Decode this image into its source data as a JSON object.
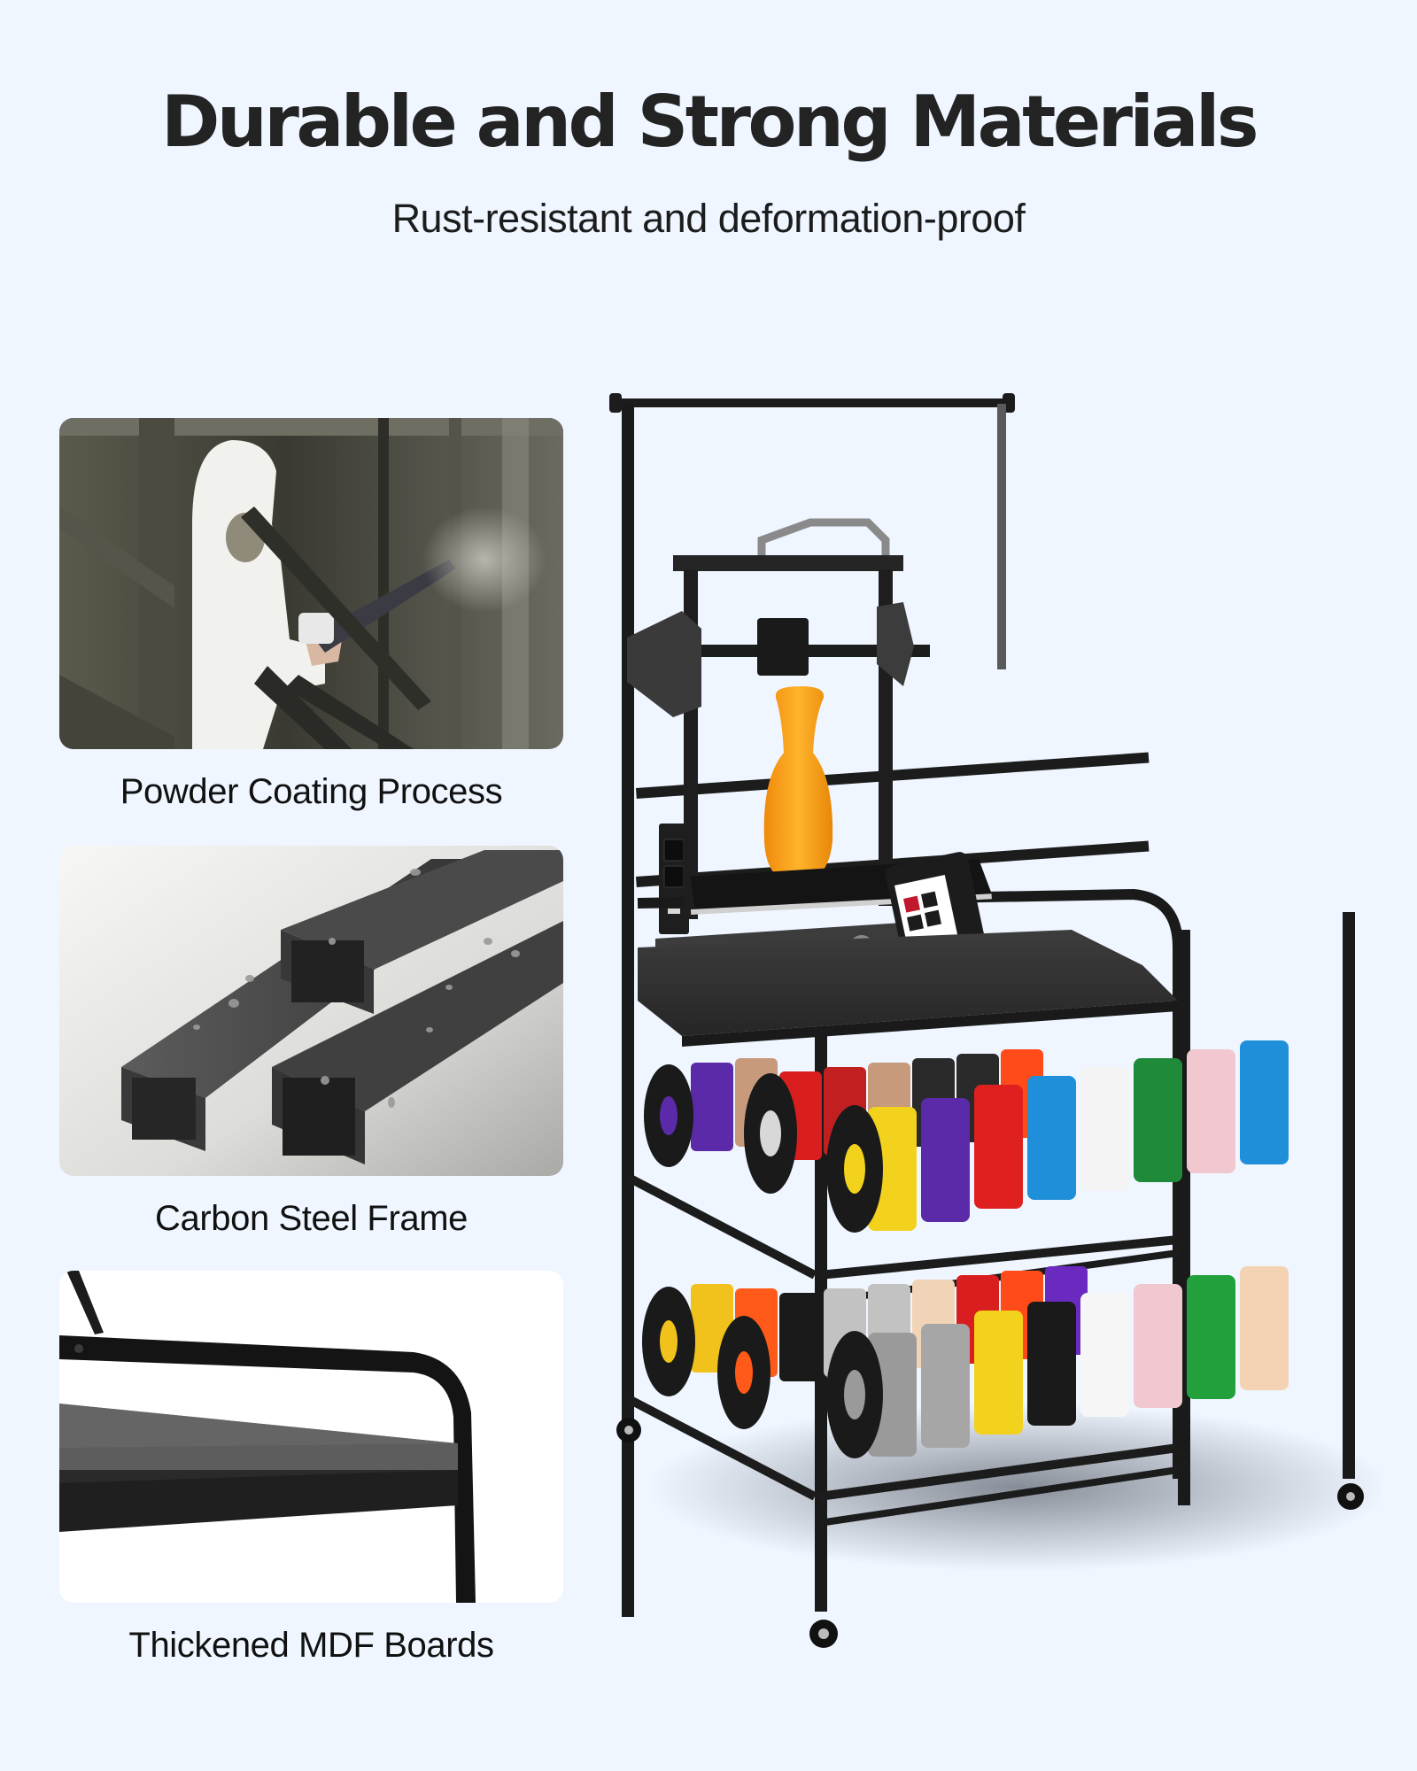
{
  "header": {
    "title": "Durable and Strong Materials",
    "subtitle": "Rust-resistant and deformation-proof"
  },
  "features": [
    {
      "id": "powder",
      "label": "Powder Coating Process",
      "image": "powder-coating-worker-photo"
    },
    {
      "id": "steel",
      "label": "Carbon Steel Frame",
      "image": "square-steel-tubes-with-water-droplets"
    },
    {
      "id": "mdf",
      "label": "Thickened MDF Boards",
      "image": "mdf-shelf-corner-closeup"
    }
  ],
  "product": {
    "image": "rolling-cart-with-3d-printer-and-filament-spools",
    "power_strip": {
      "ac_outlets": 2,
      "usb_ports": 2
    },
    "printed_object": "orange-vase",
    "spool_rows": {
      "upper_front": [
        "#f2d21c",
        "#5b2aa8",
        "#e0201f",
        "#1e8fd8",
        "#f4f4f4",
        "#1e8a3a",
        "#f1c8cf",
        "#1e8fd8"
      ],
      "upper_back": [
        "#5b2aa8",
        "#c79a7c",
        "#d81e1e",
        "#c22020",
        "#c79a7c",
        "#2a2a2a",
        "#2a2a2a",
        "#ff4a1a"
      ],
      "lower_front": [
        "#9a9a9a",
        "#a6a6a6",
        "#f2d21c",
        "#1a1a1a",
        "#f6f6f6",
        "#f1c8cf",
        "#21a03c",
        "#f3d3b3"
      ],
      "lower_back": [
        "#f2c21c",
        "#ff5a1a",
        "#1a1a1a",
        "#c2c2c2",
        "#c2c2c2",
        "#f1d3b8",
        "#d81e1e",
        "#ff4a1a",
        "#6a2ac0"
      ]
    }
  },
  "colors": {
    "background": "#eff6ff",
    "heading": "#232323",
    "frame": "#1a1a1a",
    "vase": "#f7a21c"
  }
}
